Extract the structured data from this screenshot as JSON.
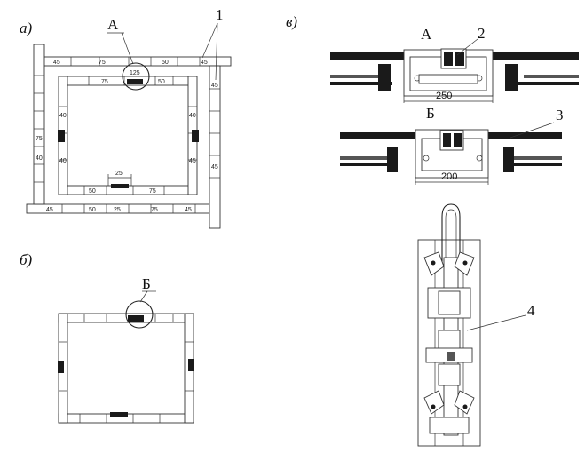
{
  "labels": {
    "a": "а)",
    "b": "б)",
    "v": "в)",
    "A": "А",
    "B": "Б",
    "n1": "1",
    "n2": "2",
    "n3": "3",
    "n4": "4"
  },
  "plan_a": {
    "outer_top": [
      "45",
      "75",
      "50",
      "45"
    ],
    "outer_bottom": [
      "45",
      "50",
      "25",
      "75",
      "45"
    ],
    "outer_left": [
      "75",
      "40"
    ],
    "outer_right": [
      "45",
      "45"
    ],
    "inner_top": [
      "75",
      "125",
      "50"
    ],
    "inner_bottom": [
      "50",
      "75"
    ],
    "inner_left": [
      "40",
      "40"
    ],
    "inner_right": [
      "40",
      "45"
    ],
    "gap": "25"
  },
  "details": {
    "width_A": "250",
    "width_B": "200"
  }
}
